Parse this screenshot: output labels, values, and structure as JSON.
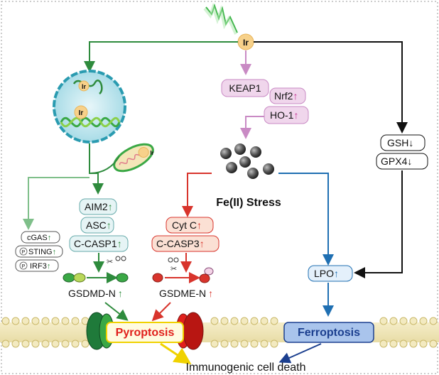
{
  "source": {
    "label": "Ir"
  },
  "nucleus": {
    "label_top": "Ir",
    "label_mid": "Ir"
  },
  "mitochondrion": {
    "label": "Ir"
  },
  "green_path": {
    "markers": [
      {
        "label": "AIM2",
        "arrow": "↑"
      },
      {
        "label": "ASC",
        "arrow": "↑"
      },
      {
        "label": "C-CASP1",
        "arrow": "↑"
      }
    ],
    "effector": {
      "label": "GSDMD-N",
      "arrow": "↑"
    }
  },
  "sting_path": {
    "markers": [
      {
        "label": "cGAS",
        "arrow": "↑",
        "prefix": ""
      },
      {
        "label": "STING",
        "arrow": "↑",
        "prefix": "P"
      },
      {
        "label": "IRF3",
        "arrow": "↑",
        "prefix": "P"
      }
    ]
  },
  "pink_path": {
    "keap1": {
      "label": "KEAP1"
    },
    "nrf2": {
      "label": "Nrf2",
      "arrow": "↑"
    },
    "ho1": {
      "label": "HO-1",
      "arrow": "↑"
    }
  },
  "iron": {
    "label": "Fe(II) Stress"
  },
  "red_path": {
    "markers": [
      {
        "label": "Cyt C",
        "arrow": "↑"
      },
      {
        "label": "C-CASP3",
        "arrow": "↑"
      }
    ],
    "effector": {
      "label": "GSDME-N",
      "arrow": "↑"
    }
  },
  "black_path": {
    "markers": [
      {
        "label": "GSH",
        "arrow": "↓"
      },
      {
        "label": "GPX4",
        "arrow": "↓"
      }
    ]
  },
  "lpo": {
    "label": "LPO",
    "arrow": "↑"
  },
  "outcomes": {
    "pyroptosis": "Pyroptosis",
    "ferroptosis": "Ferroptosis",
    "final": "Immunogenic cell death"
  },
  "colors": {
    "green": "#2e8b3d",
    "light_green": "#7fbf8a",
    "pink": "#c98ac4",
    "red": "#d8342c",
    "blue": "#1f6fb2",
    "black": "#111111",
    "pyro_red": "#e1201c",
    "ferro_blue": "#1b3f8f",
    "yellow": "#f0d200"
  }
}
